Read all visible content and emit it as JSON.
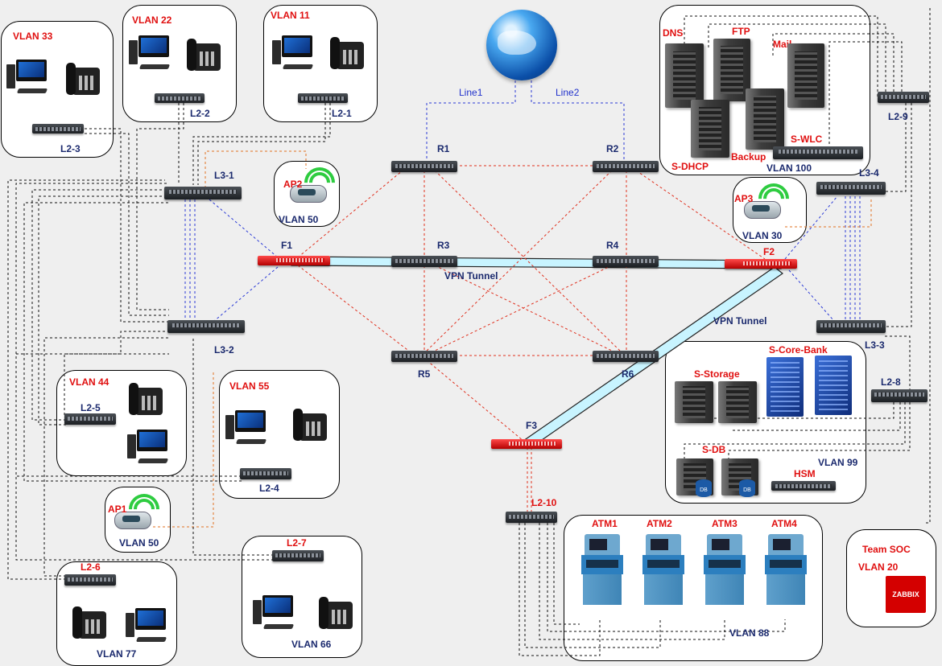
{
  "internet": {
    "line1": "Line1",
    "line2": "Line2"
  },
  "routers": [
    "R1",
    "R2",
    "R3",
    "R4",
    "R5",
    "R6"
  ],
  "firewalls": [
    "F1",
    "F2",
    "F3"
  ],
  "tunnel": {
    "label_top": "VPN Tunnel",
    "label_side": "VPN Tunnel"
  },
  "l3": {
    "s1": "L3-1",
    "s2": "L3-2",
    "s3": "L3-3",
    "s4": "L3-4"
  },
  "l2": {
    "s1": "L2-1",
    "s2": "L2-2",
    "s3": "L2-3",
    "s4": "L2-4",
    "s5": "L2-5",
    "s6": "L2-6",
    "s7": "L2-7",
    "s8": "L2-8",
    "s9": "L2-9",
    "s10": "L2-10"
  },
  "vlans": {
    "v11": "VLAN 11",
    "v22": "VLAN 22",
    "v33": "VLAN 33",
    "v44": "VLAN 44",
    "v55": "VLAN 55",
    "v66": "VLAN 66",
    "v77": "VLAN 77",
    "v88": "VLAN 88",
    "v99": "VLAN 99",
    "v100": "VLAN 100",
    "v20": "VLAN 20",
    "v50a": "VLAN 50",
    "v50b": "VLAN 50",
    "v30": "VLAN 30"
  },
  "aps": {
    "ap1": "AP1",
    "ap2": "AP2",
    "ap3": "AP3"
  },
  "servers": {
    "dns": "DNS",
    "ftp": "FTP",
    "mail": "Mail",
    "dhcp": "S-DHCP",
    "backup": "Backup",
    "wlc": "S-WLC",
    "core": "S-Core-Bank",
    "storage": "S-Storage",
    "db": "S-DB",
    "hsm": "HSM",
    "db_tag": "DB"
  },
  "atms": [
    "ATM1",
    "ATM2",
    "ATM3",
    "ATM4"
  ],
  "soc": {
    "title": "Team SOC",
    "logo": "ZABBIX"
  },
  "colors": {
    "lan_blue": "#2b3ad6",
    "wan_red": "#e0301e",
    "orange": "#e07020",
    "tunnel": "#c8f4ff"
  }
}
